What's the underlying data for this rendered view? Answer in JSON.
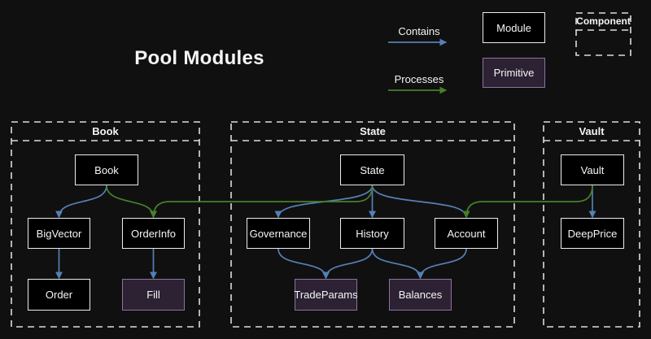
{
  "title": "Pool Modules",
  "legend": {
    "contains_label": "Contains",
    "processes_label": "Processes",
    "module_label": "Module",
    "primitive_label": "Primitive",
    "component_label": "Component"
  },
  "colors": {
    "background": "#101010",
    "text": "#f5f5f5",
    "edge_contains": "#5580b6",
    "edge_processes": "#46802a",
    "module_fill": "#000000",
    "module_border": "#ededed",
    "primitive_fill": "#2c2233",
    "primitive_border": "#8c72a1",
    "dashed_border": "#dcdcdc"
  },
  "containers": {
    "book": {
      "label": "Book"
    },
    "state": {
      "label": "State"
    },
    "vault": {
      "label": "Vault"
    }
  },
  "nodes": {
    "book": {
      "label": "Book",
      "type": "module"
    },
    "bigvector": {
      "label": "BigVector",
      "type": "module"
    },
    "orderinfo": {
      "label": "OrderInfo",
      "type": "module"
    },
    "order": {
      "label": "Order",
      "type": "module"
    },
    "fill": {
      "label": "Fill",
      "type": "primitive"
    },
    "state": {
      "label": "State",
      "type": "module"
    },
    "governance": {
      "label": "Governance",
      "type": "module"
    },
    "history": {
      "label": "History",
      "type": "module"
    },
    "account": {
      "label": "Account",
      "type": "module"
    },
    "tradeparams": {
      "label": "TradeParams",
      "type": "primitive"
    },
    "balances": {
      "label": "Balances",
      "type": "primitive"
    },
    "vault": {
      "label": "Vault",
      "type": "module"
    },
    "deepprice": {
      "label": "DeepPrice",
      "type": "module"
    }
  },
  "edges": [
    {
      "from": "book",
      "to": "bigvector",
      "type": "contains"
    },
    {
      "from": "bigvector",
      "to": "order",
      "type": "contains"
    },
    {
      "from": "orderinfo",
      "to": "fill",
      "type": "contains"
    },
    {
      "from": "state",
      "to": "governance",
      "type": "contains"
    },
    {
      "from": "state",
      "to": "history",
      "type": "contains"
    },
    {
      "from": "state",
      "to": "account",
      "type": "contains"
    },
    {
      "from": "governance",
      "to": "tradeparams",
      "type": "contains"
    },
    {
      "from": "history",
      "to": "tradeparams",
      "type": "contains"
    },
    {
      "from": "history",
      "to": "balances",
      "type": "contains"
    },
    {
      "from": "account",
      "to": "balances",
      "type": "contains"
    },
    {
      "from": "vault",
      "to": "deepprice",
      "type": "contains"
    },
    {
      "from": "book",
      "to": "orderinfo",
      "type": "processes"
    },
    {
      "from": "state",
      "to": "orderinfo",
      "type": "processes"
    },
    {
      "from": "vault",
      "to": "account",
      "type": "processes"
    }
  ]
}
